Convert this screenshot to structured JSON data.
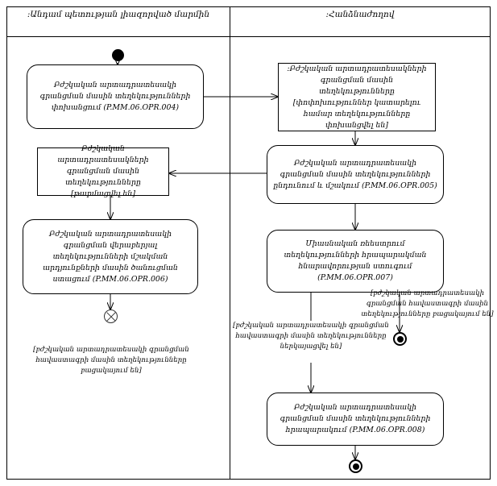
{
  "diagram": {
    "title_left": ":Անդամ պետության լիազորված մարմին",
    "title_right": ":Հանձնաժողով"
  },
  "left_lane": {
    "activity_1": "Բժշկական արտադրատեսակի գրանցման մասին տեղեկությունների փոխանցում (P.MM.06.OPR.004)",
    "object_1": "Բժշկական արտադրատեսակների գրանցման մասին տեղեկությունները [թարմացվել են]",
    "activity_2": "Բժշկական արտադրատեսակի գրանցման վերաբերյալ տեղեկությունների մշակման արդյունքների մասին ծանուցման ստացում (P.MM.06.OPR.006)",
    "note_1": "[բժշկական արտադրատեսակի գրանցման հավաստագրի մասին տեղեկությունները բացակայում են]"
  },
  "right_lane": {
    "object_1": ":Բժշկական արտադրատեսակների գրանցման մասին տեղեկությունները [փոփոխություններ կատարելու համար տեղեկությունները փոխանցվել են]",
    "activity_1": "Բժշկական արտադրատեսակի գրանցման մասին տեղեկությունների ընդունում և մշակում (P.MM.06.OPR.005)",
    "activity_2": "Միասնական ռեեստրում տեղեկությունների հրապարակման հնարավորության ստուգում (P.MM.06.OPR.007)",
    "guard_left": "[բժշկական արտադրատեսակի գրանցման հավաստագրի մասին տեղեկությունները ներկայացվել են]",
    "guard_right": "[բժշկական արտադրատեսակի գրանցման հավաստագրի մասին տեղեկությունները բացակայում են]",
    "activity_3": "Բժշկական արտադրատեսակի գրանցման մասին տեղեկությունների հրապարակում (P.MM.06.OPR.008)"
  }
}
